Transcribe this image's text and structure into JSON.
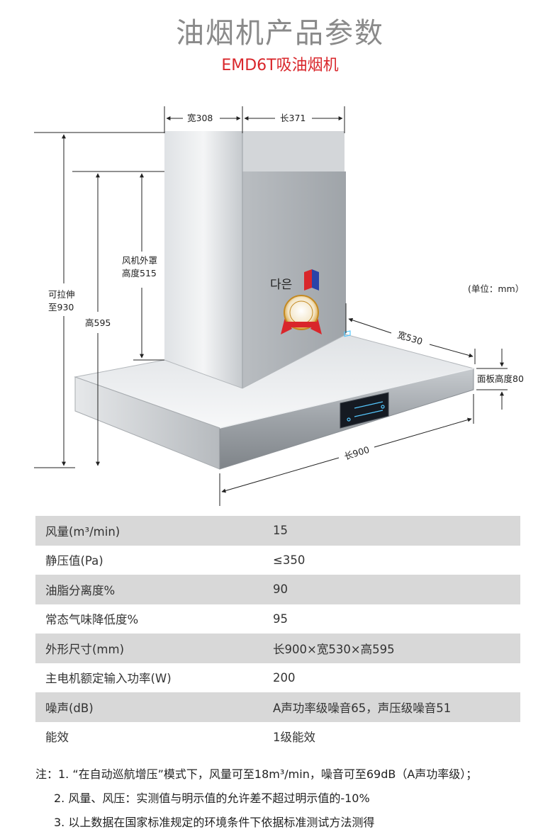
{
  "header": {
    "title": "油烟机产品参数",
    "subtitle": "EMD6T吸油烟机"
  },
  "diagram": {
    "labels": {
      "width_308": "宽308",
      "length_371": "长371",
      "extendable_line1": "可拉伸",
      "extendable_line2": "至930",
      "fan_cover_line1": "风机外罩",
      "fan_cover_line2": "高度515",
      "height_595": "高595",
      "unit": "(单位：mm）",
      "width_530": "宽530",
      "panel_height": "面板高度80",
      "length_900": "长900"
    },
    "brand_text": "다은",
    "colors": {
      "steel_light": "#eef0f2",
      "steel_dark": "#a9adb1",
      "display_bg": "#151a22",
      "display_glow": "#55c8ff",
      "logo_red": "#d9262b",
      "logo_blue": "#2a44a8",
      "badge_gold": "#d89a2a"
    }
  },
  "specs": [
    {
      "key": "风量(m³/min)",
      "value": "15"
    },
    {
      "key": "静压值(Pa)",
      "value": "≤350"
    },
    {
      "key": "油脂分离度%",
      "value": "90"
    },
    {
      "key": "常态气味降低度%",
      "value": "95"
    },
    {
      "key": "外形尺寸(mm)",
      "value": "长900×宽530×高595"
    },
    {
      "key": "主电机额定输入功率(W)",
      "value": "200"
    },
    {
      "key": "噪声(dB)",
      "value": "A声功率级噪音65，声压级噪音51"
    },
    {
      "key": "能效",
      "value": "1级能效"
    }
  ],
  "notes": {
    "line1": "注：1. “在自动巡航增压”模式下，风量可至18m³/min，噪音可至69dB（A声功率级）；",
    "line2": "2. 风量、风压：实测值与明示值的允许差不超过明示值的-10%",
    "line3": "3. 以上数据在国家标准规定的环境条件下依据标准测试方法测得"
  }
}
